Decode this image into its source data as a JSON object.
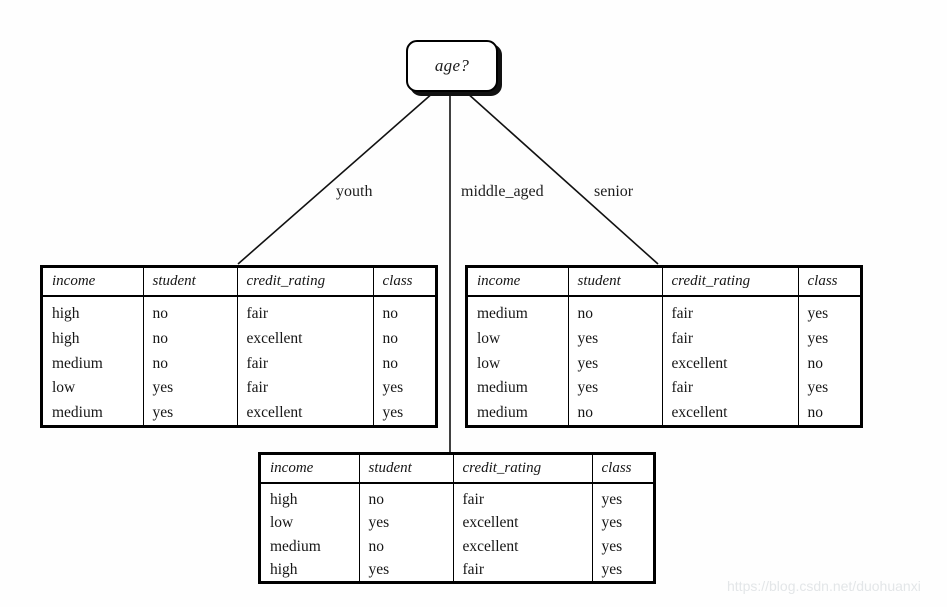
{
  "diagram": {
    "title": "age?",
    "root_node": {
      "label": "age?",
      "shape": "rounded-rectangle"
    },
    "edges": [
      {
        "label": "youth",
        "target": "table-youth"
      },
      {
        "label": "middle_aged",
        "target": "table-middle-aged"
      },
      {
        "label": "senior",
        "target": "table-senior"
      }
    ],
    "columns": [
      "income",
      "student",
      "credit_rating",
      "class"
    ],
    "tables": [
      {
        "id": "youth",
        "branch": "youth",
        "headers": [
          "income",
          "student",
          "credit_rating",
          "class"
        ],
        "rows": [
          [
            "high",
            "no",
            "fair",
            "no"
          ],
          [
            "high",
            "no",
            "excellent",
            "no"
          ],
          [
            "medium",
            "no",
            "fair",
            "no"
          ],
          [
            "low",
            "yes",
            "fair",
            "yes"
          ],
          [
            "medium",
            "yes",
            "excellent",
            "yes"
          ]
        ]
      },
      {
        "id": "senior",
        "branch": "senior",
        "headers": [
          "income",
          "student",
          "credit_rating",
          "class"
        ],
        "rows": [
          [
            "medium",
            "no",
            "fair",
            "yes"
          ],
          [
            "low",
            "yes",
            "fair",
            "yes"
          ],
          [
            "low",
            "yes",
            "excellent",
            "no"
          ],
          [
            "medium",
            "yes",
            "fair",
            "yes"
          ],
          [
            "medium",
            "no",
            "excellent",
            "no"
          ]
        ]
      },
      {
        "id": "middle_aged",
        "branch": "middle_aged",
        "headers": [
          "income",
          "student",
          "credit_rating",
          "class"
        ],
        "rows": [
          [
            "high",
            "no",
            "fair",
            "yes"
          ],
          [
            "low",
            "yes",
            "excellent",
            "yes"
          ],
          [
            "medium",
            "no",
            "excellent",
            "yes"
          ],
          [
            "high",
            "yes",
            "fair",
            "yes"
          ]
        ]
      }
    ],
    "watermark": "https://blog.csdn.net/duohuanxi",
    "colors": {
      "ink": "#000000",
      "background": "#fefefe",
      "watermark": "#e3e6e8"
    }
  }
}
